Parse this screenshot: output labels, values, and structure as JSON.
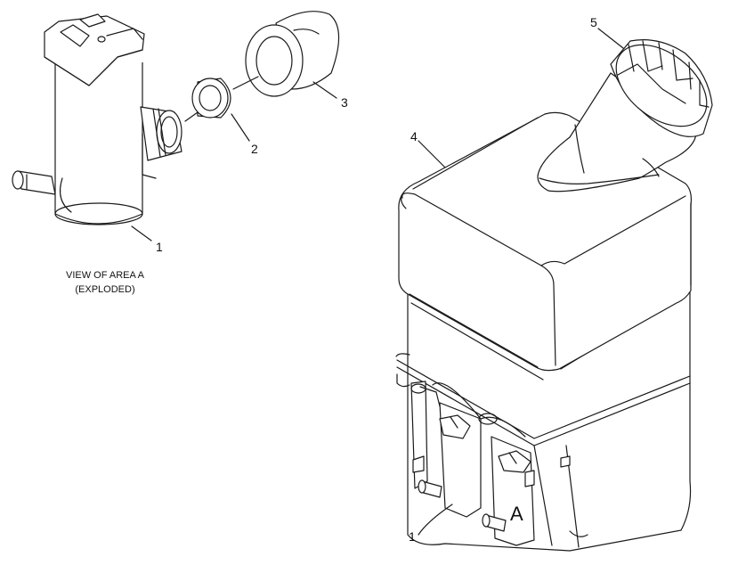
{
  "view_caption": {
    "line1": "VIEW OF AREA A",
    "line2": "(EXPLODED)"
  },
  "callouts": {
    "pump_exploded": "1",
    "seal": "2",
    "grommet": "3",
    "reservoir": "4",
    "cap": "5",
    "pump_installed": "1",
    "area_marker": "A"
  }
}
